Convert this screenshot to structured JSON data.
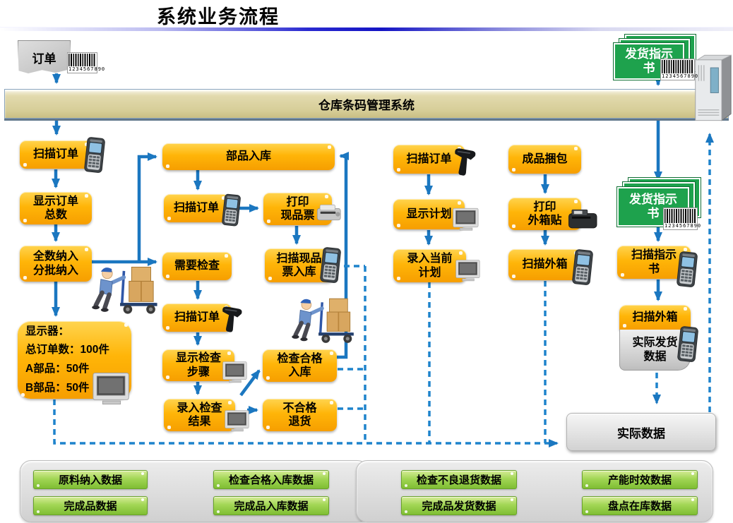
{
  "title": "系统业务流程",
  "system_bar": {
    "label": "仓库条码管理系统"
  },
  "documents": {
    "order_note": {
      "label": "订单",
      "barcode": "1234567890"
    },
    "shipping_instruction_top": {
      "label": "发货指示\n书",
      "barcode": "1234567890"
    },
    "shipping_instruction_mid": {
      "label": "发货指示\n书",
      "barcode": "1234567890"
    }
  },
  "flow": {
    "scan_order_left": "扫描订单",
    "show_order_total": "显示订单\n总数",
    "full_input_batch_input": "全数纳入\n分批纳入",
    "display_summary": "显示器：\n总订单数：100件\nA部品：50件\nB部品：50件",
    "parts_inbound": "部品入库",
    "scan_order_parts": "扫描订单",
    "print_item_ticket": "打印\n现品票",
    "need_inspection": "需要检查",
    "scan_item_ticket_inbound": "扫描现品\n票入库",
    "scan_order_inspection": "扫描订单",
    "show_inspection_steps": "显示检查\n步骤",
    "enter_inspection_result": "录入检查\n结果",
    "inspection_pass_inbound": "检查合格\n入库",
    "inspection_fail_return": "不合格\n退货",
    "scan_order_plan": "扫描订单",
    "show_plan": "显示计划",
    "enter_current_plan": "录入当前\n计划",
    "finished_goods_packing": "成品捆包",
    "print_carton_label": "打印\n外箱贴",
    "scan_carton": "扫描外箱",
    "scan_instruction_doc": "扫描指示\n书",
    "scan_carton_right": "扫描外箱",
    "actual_shipping_data": "实际发货\n数据",
    "actual_data": "实际数据"
  },
  "data_panel": {
    "row1": [
      "原料纳入数据",
      "检查合格入库数据",
      "检查不良退货数据",
      "产能时效数据"
    ],
    "row2": [
      "完成品数据",
      "完成品入库数据",
      "完成品发货数据",
      "盘点在库数据"
    ]
  },
  "icons": [
    "handheld-scanner",
    "gun-scanner",
    "monitor",
    "label-printer",
    "carton-printer",
    "server",
    "worker-cart",
    "barcode"
  ],
  "colors": {
    "arrow_blue": "#1B77C0",
    "box_orange": "#FFB100",
    "chip_green": "#8CC63F",
    "card_green": "#1EA24D",
    "bar_tan": "#D8D0A0"
  }
}
